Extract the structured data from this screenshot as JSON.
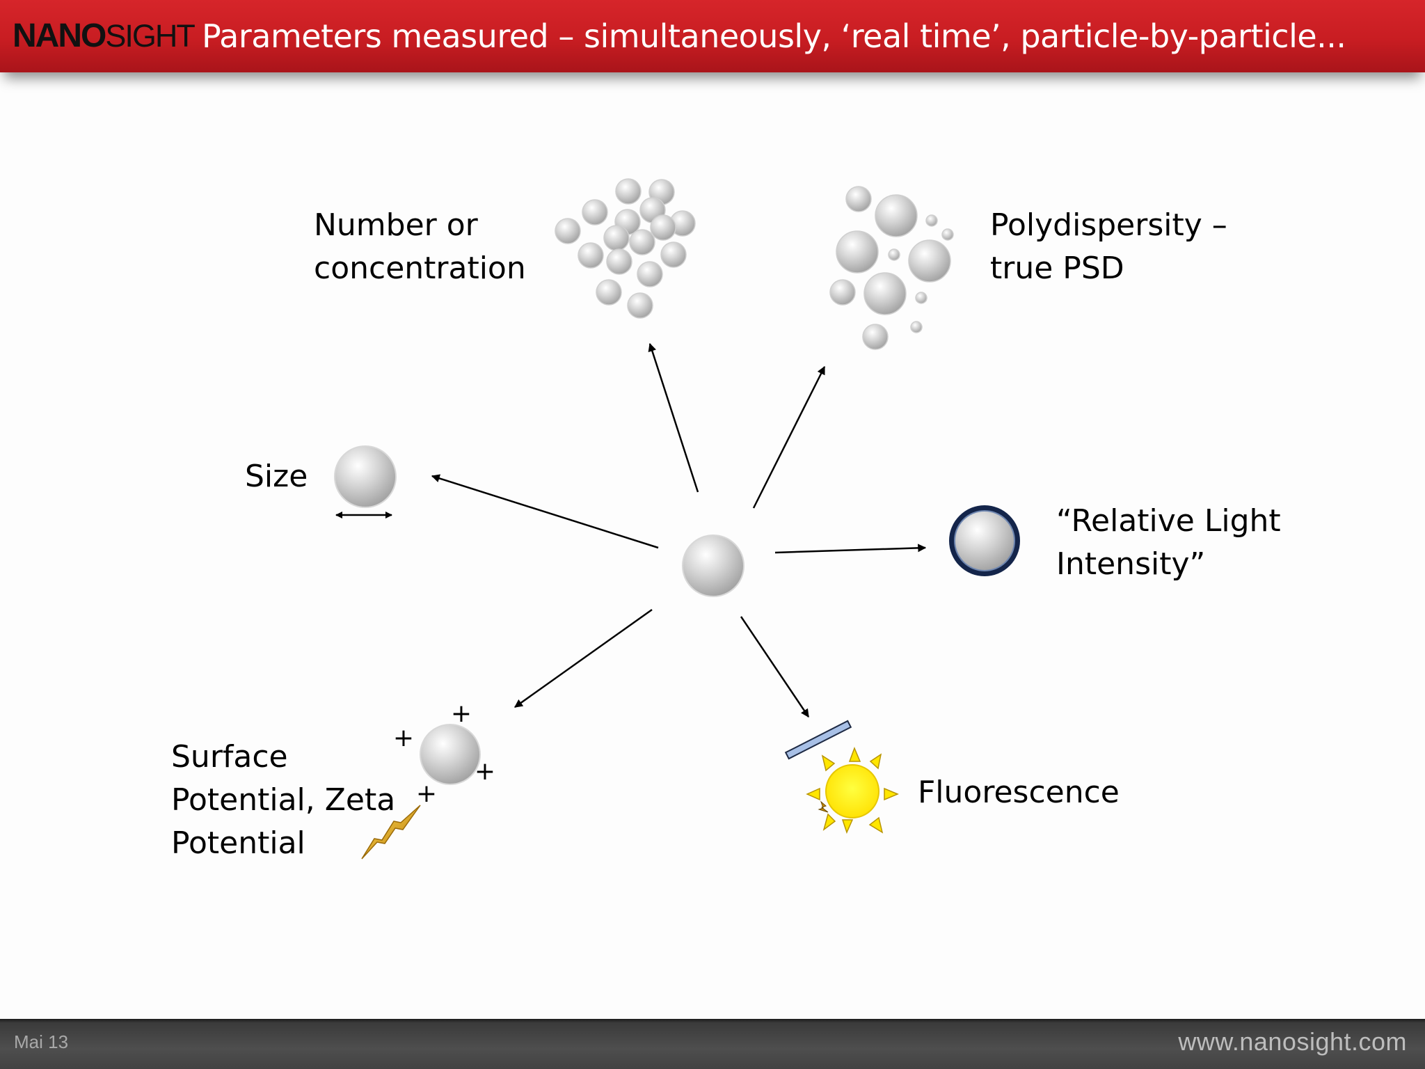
{
  "header": {
    "logo_bold": "NANO",
    "logo_light": "SIGHT",
    "title": "Parameters measured – simultaneously, ‘real time’, particle-by-particle..."
  },
  "labels": {
    "concentration_line1": "Number or",
    "concentration_line2": "concentration",
    "polydispersity_line1": "Polydispersity –",
    "polydispersity_line2": "true PSD",
    "size": "Size",
    "light_line1": "“Relative Light",
    "light_line2": "Intensity”",
    "fluorescence": "Fluorescence",
    "zeta_line1": "Surface",
    "zeta_line2": "Potential, Zeta",
    "zeta_line3": "Potential"
  },
  "charges": {
    "symbol": "+"
  },
  "footer": {
    "date": "Mai 13",
    "url": "www.nanosight.com"
  },
  "colors": {
    "header_red": "#c81d22",
    "particle_gray": "#bdbdbd",
    "sun_yellow": "#ffe600",
    "ring_navy": "#14254a",
    "filter_blue": "#a8c0e6"
  }
}
